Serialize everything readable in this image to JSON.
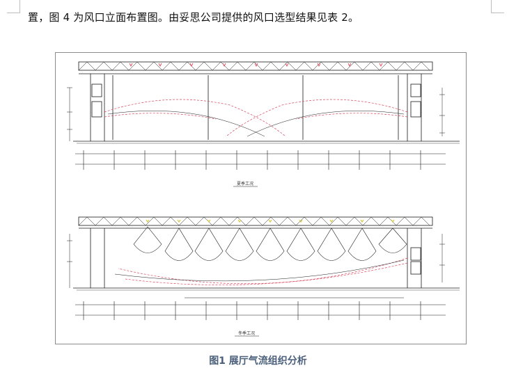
{
  "document": {
    "intro_text": "置，图 4 为风口立面布置图。由妥思公司提供的风口选型结果见表 2。",
    "figure_caption": "图1 展厅气流组织分析"
  },
  "figure": {
    "top_view_label": "夏季工况",
    "bottom_view_label": "冬季工况",
    "colors": {
      "line": "#1a1a1a",
      "airflow": "#d6455a",
      "vent_mark": "#e04a5c",
      "diffuser_mark": "#d8c84a"
    }
  }
}
